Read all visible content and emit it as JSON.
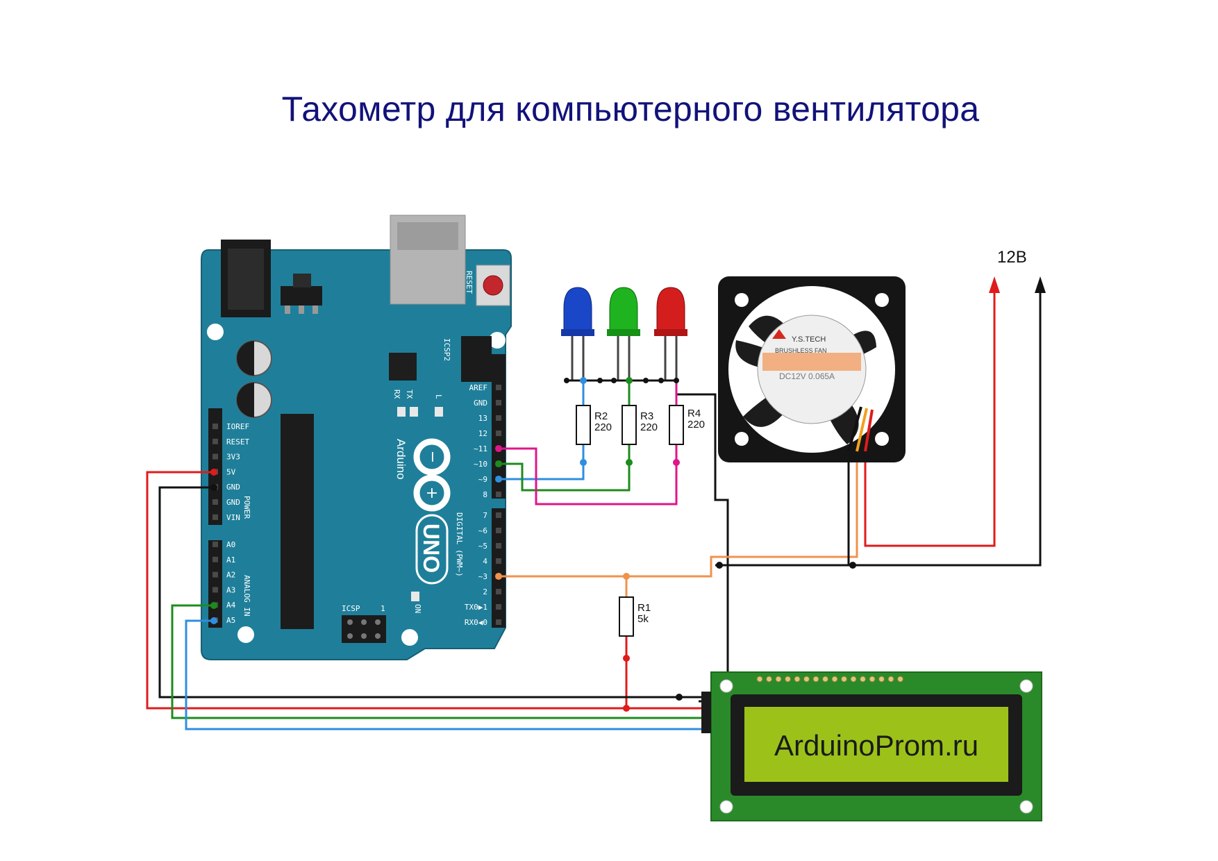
{
  "title": "Тахометр для компьютерного вентилятора",
  "colors": {
    "title": "#12127a",
    "board": "#1f7f9a",
    "wire_red": "#e01b1b",
    "wire_black": "#111111",
    "wire_green": "#1c8c1c",
    "wire_blue": "#2f8ee0",
    "wire_magenta": "#e0158a",
    "wire_orange": "#f0924c",
    "lcd_pcb": "#2a8a2a",
    "lcd_screen": "#9cc21a"
  },
  "arduino": {
    "reset": "RESET",
    "icsp2": "ICSP2",
    "tx": "TX",
    "rx": "RX",
    "l": "L",
    "brand": "Arduino",
    "model": "UNO",
    "icsp": "ICSP",
    "icsp_num": "1",
    "on": "ON",
    "power_label": "POWER",
    "analog_label": "ANALOG IN",
    "digital_label": "DIGITAL (PWM~)",
    "power_pins": [
      "IOREF",
      "RESET",
      "3V3",
      "5V",
      "GND",
      "GND",
      "VIN"
    ],
    "analog_pins": [
      "A0",
      "A1",
      "A2",
      "A3",
      "A4",
      "A5"
    ],
    "digital_top_pins": [
      "AREF",
      "GND",
      "13",
      "12",
      "~11",
      "~10",
      "~9",
      "8"
    ],
    "digital_bottom_pins": [
      "7",
      "~6",
      "~5",
      "4",
      "~3",
      "2",
      "TX0▶1",
      "RX0◀0"
    ]
  },
  "resistors": [
    {
      "name": "R2",
      "value": "220"
    },
    {
      "name": "R3",
      "value": "220"
    },
    {
      "name": "R4",
      "value": "220"
    },
    {
      "name": "R1",
      "value": "5k"
    }
  ],
  "fan": {
    "brand": "Y.S.TECH",
    "type": "BRUSHLESS FAN",
    "rating": "DC12V  0.065A"
  },
  "supply_label": "12B",
  "lcd_text": "ArduinoProm.ru"
}
